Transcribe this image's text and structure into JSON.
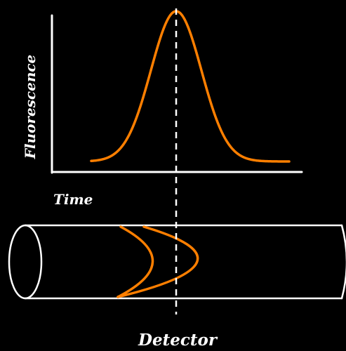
{
  "labels": {
    "y_axis": "Fluorescence",
    "x_axis": "Time",
    "detector": "Detector"
  },
  "colors": {
    "background": "#000000",
    "line": "#ffffff",
    "accent": "#ff7f00"
  }
}
